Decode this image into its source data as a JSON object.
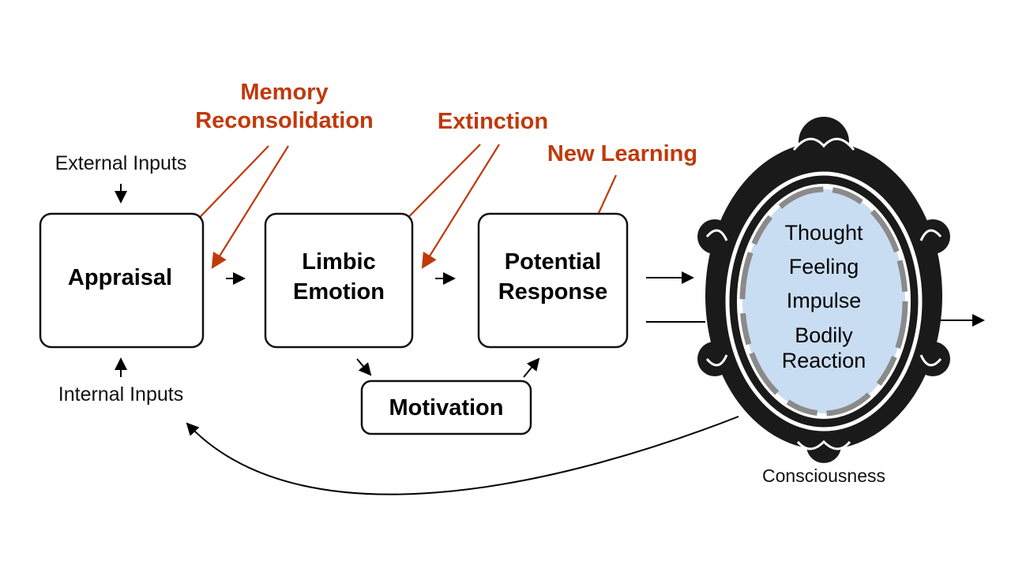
{
  "colors": {
    "accent_red": "#c0390b",
    "mirror_glass": "#c9ddf2",
    "frame": "#1a1a1a"
  },
  "labels": {
    "memory_reconsolidation": [
      "Memory",
      "Reconsolidation"
    ],
    "extinction": "Extinction",
    "new_learning": "New Learning",
    "external_inputs": "External Inputs",
    "internal_inputs": "Internal Inputs",
    "consciousness": "Consciousness"
  },
  "boxes": {
    "appraisal": "Appraisal",
    "limbic_emotion": [
      "Limbic",
      "Emotion"
    ],
    "potential_response": [
      "Potential",
      "Response"
    ],
    "motivation": "Motivation"
  },
  "mirror": {
    "lines": [
      "Thought",
      "Feeling",
      "Impulse",
      "Bodily",
      "Reaction"
    ]
  }
}
